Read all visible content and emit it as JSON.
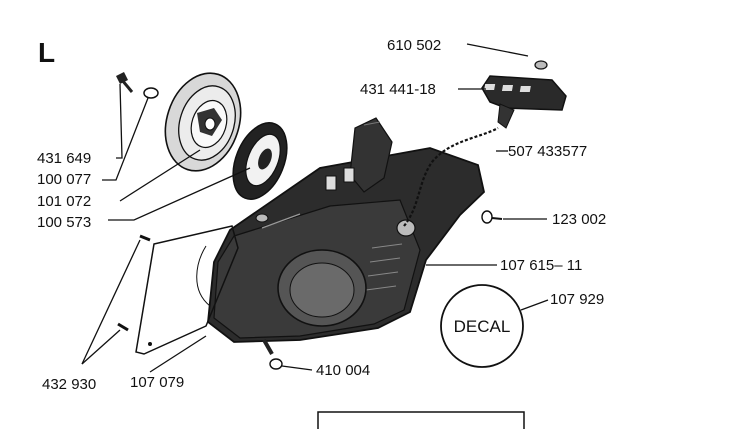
{
  "section_letter": "L",
  "decal_text": "DECAL",
  "parts": {
    "p610502": "610 502",
    "p431441": "431 441-18",
    "p507433577": "507 433577",
    "p123002": "123 002",
    "p107615": "107 615– 11",
    "p107929": "107 929",
    "p410004": "410 004",
    "p107079": "107 079",
    "p432930": "432 930",
    "p431649": "431 649",
    "p100077": "100 077",
    "p101072": "101 072",
    "p100573": "100 573"
  }
}
